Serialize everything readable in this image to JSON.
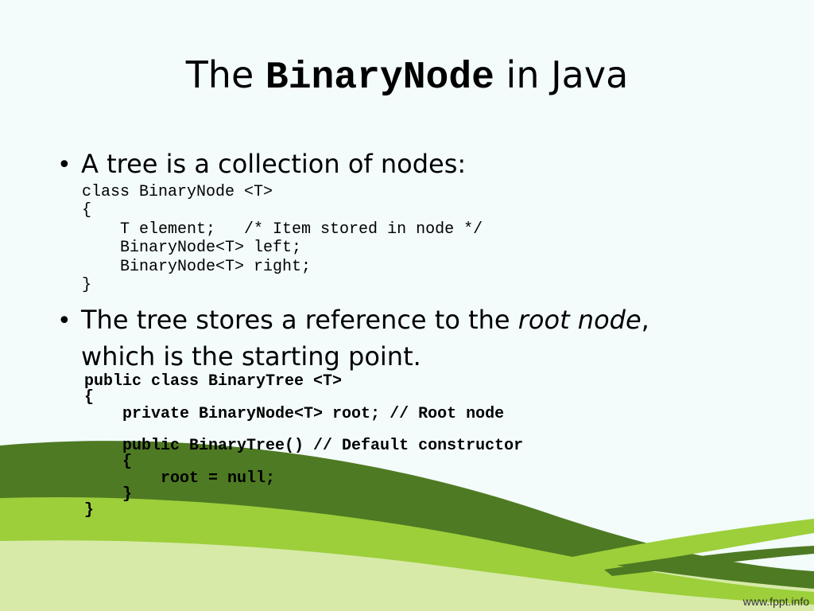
{
  "slide": {
    "title": {
      "prefix": "The ",
      "code": "BinaryNode",
      "suffix": " in Java"
    },
    "bullet1": {
      "text": "A tree is a collection of nodes:"
    },
    "code1": [
      "class BinaryNode <T>",
      "{",
      "    T element;   /* Item stored in node */",
      "    BinaryNode<T> left;",
      "    BinaryNode<T> right;",
      "}"
    ],
    "bullet2": {
      "text_before": "The tree stores a reference to the ",
      "emphasis": "root node",
      "text_after": ",",
      "line2": "which is the starting point."
    },
    "code2": [
      "public class BinaryTree <T>",
      "{",
      "    private BinaryNode<T> root; // Root node",
      "",
      "    public BinaryTree() // Default constructor",
      "    {",
      "        root = null;",
      "    }",
      "}"
    ],
    "footer": "www.fppt.info"
  },
  "colors": {
    "background": "#f3fbfb",
    "dark_green": "#4e7a23",
    "light_green": "#9ccf3a",
    "pale_green": "#d7eaa8"
  }
}
